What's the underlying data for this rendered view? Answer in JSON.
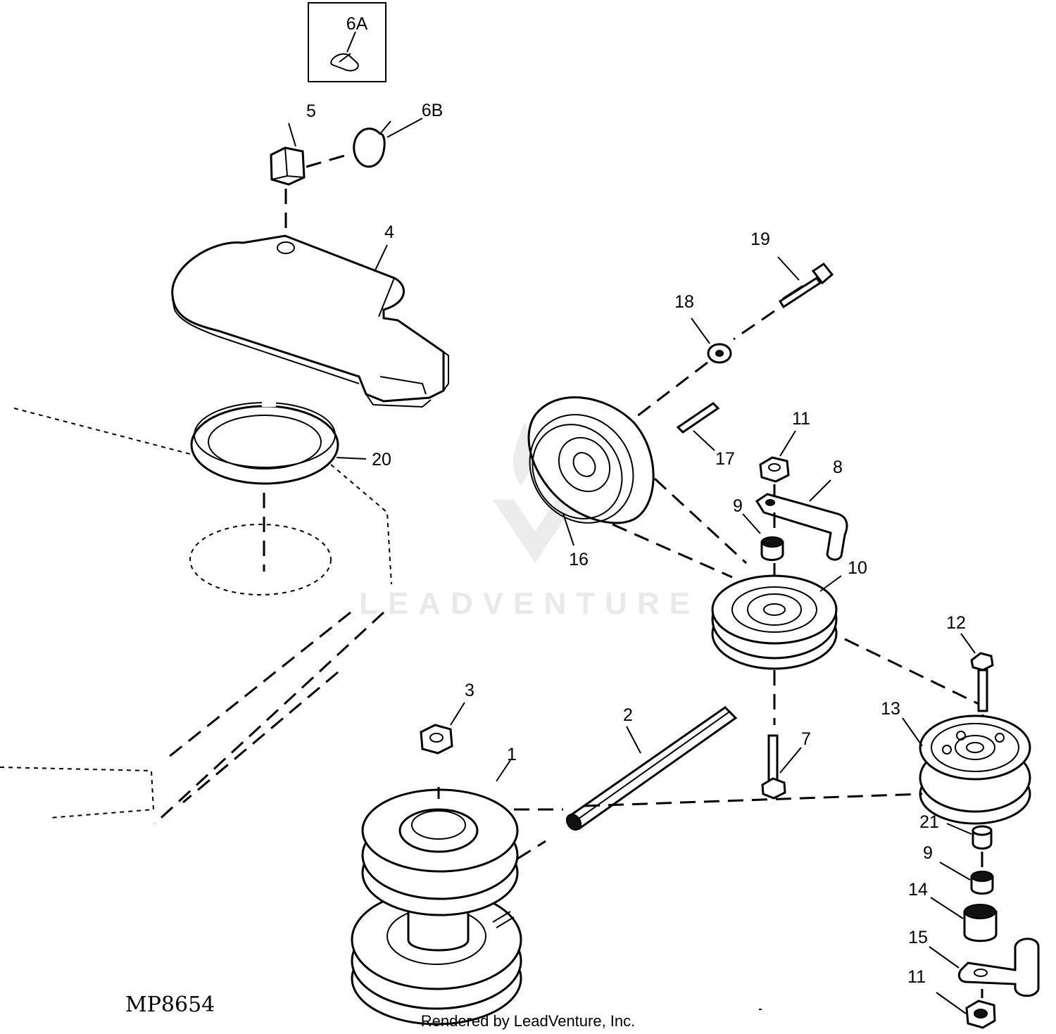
{
  "diagram": {
    "code": "MP8654",
    "credit": "Rendered by LeadVenture, Inc.",
    "watermark": "LEADVENTURE",
    "callouts": {
      "p6a": "6A",
      "p6b": "6B",
      "p5": "5",
      "p4": "4",
      "p20": "20",
      "p19": "19",
      "p18": "18",
      "p17": "17",
      "p16": "16",
      "p11a": "11",
      "p8": "8",
      "p9a": "9",
      "p10": "10",
      "p12": "12",
      "p13": "13",
      "p3": "3",
      "p2": "2",
      "p1": "1",
      "p7": "7",
      "p21": "21",
      "p9b": "9",
      "p14": "14",
      "p15": "15",
      "p11b": "11"
    }
  }
}
